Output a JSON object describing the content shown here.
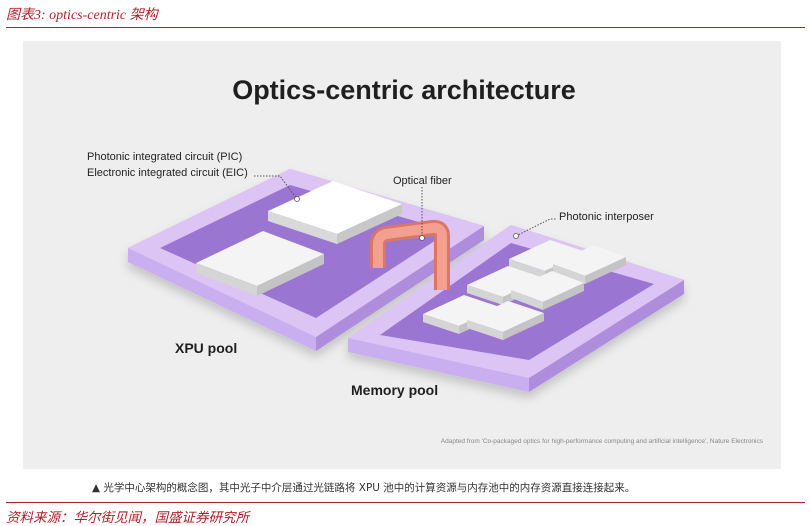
{
  "figure_title": "图表3:  optics-centric 架构",
  "diagram": {
    "heading": "Optics-centric architecture",
    "labels": {
      "pic": "Photonic integrated circuit (PIC)",
      "eic": "Electronic integrated circuit (EIC)",
      "fiber": "Optical fiber",
      "interposer": "Photonic interposer",
      "xpu_pool": "XPU pool",
      "memory_pool": "Memory pool"
    },
    "attribution": "Adapted from 'Co-packaged optics for high-performance computing and artificial intelligence', Nature Electronics",
    "colors": {
      "board_frame": "#dcc4f4",
      "board_inner": "#9b74d2",
      "chip": "#f2f2f2",
      "fiber": "#f08c7c",
      "background": "#efeeee"
    }
  },
  "caption": "▲ 光学中心架构的概念图，其中光子中介层通过光链路将 XPU 池中的计算资源与内存池中的内存资源直接连接起来。",
  "source_note": "资料来源：华尔街见闻，国盛证券研究所"
}
